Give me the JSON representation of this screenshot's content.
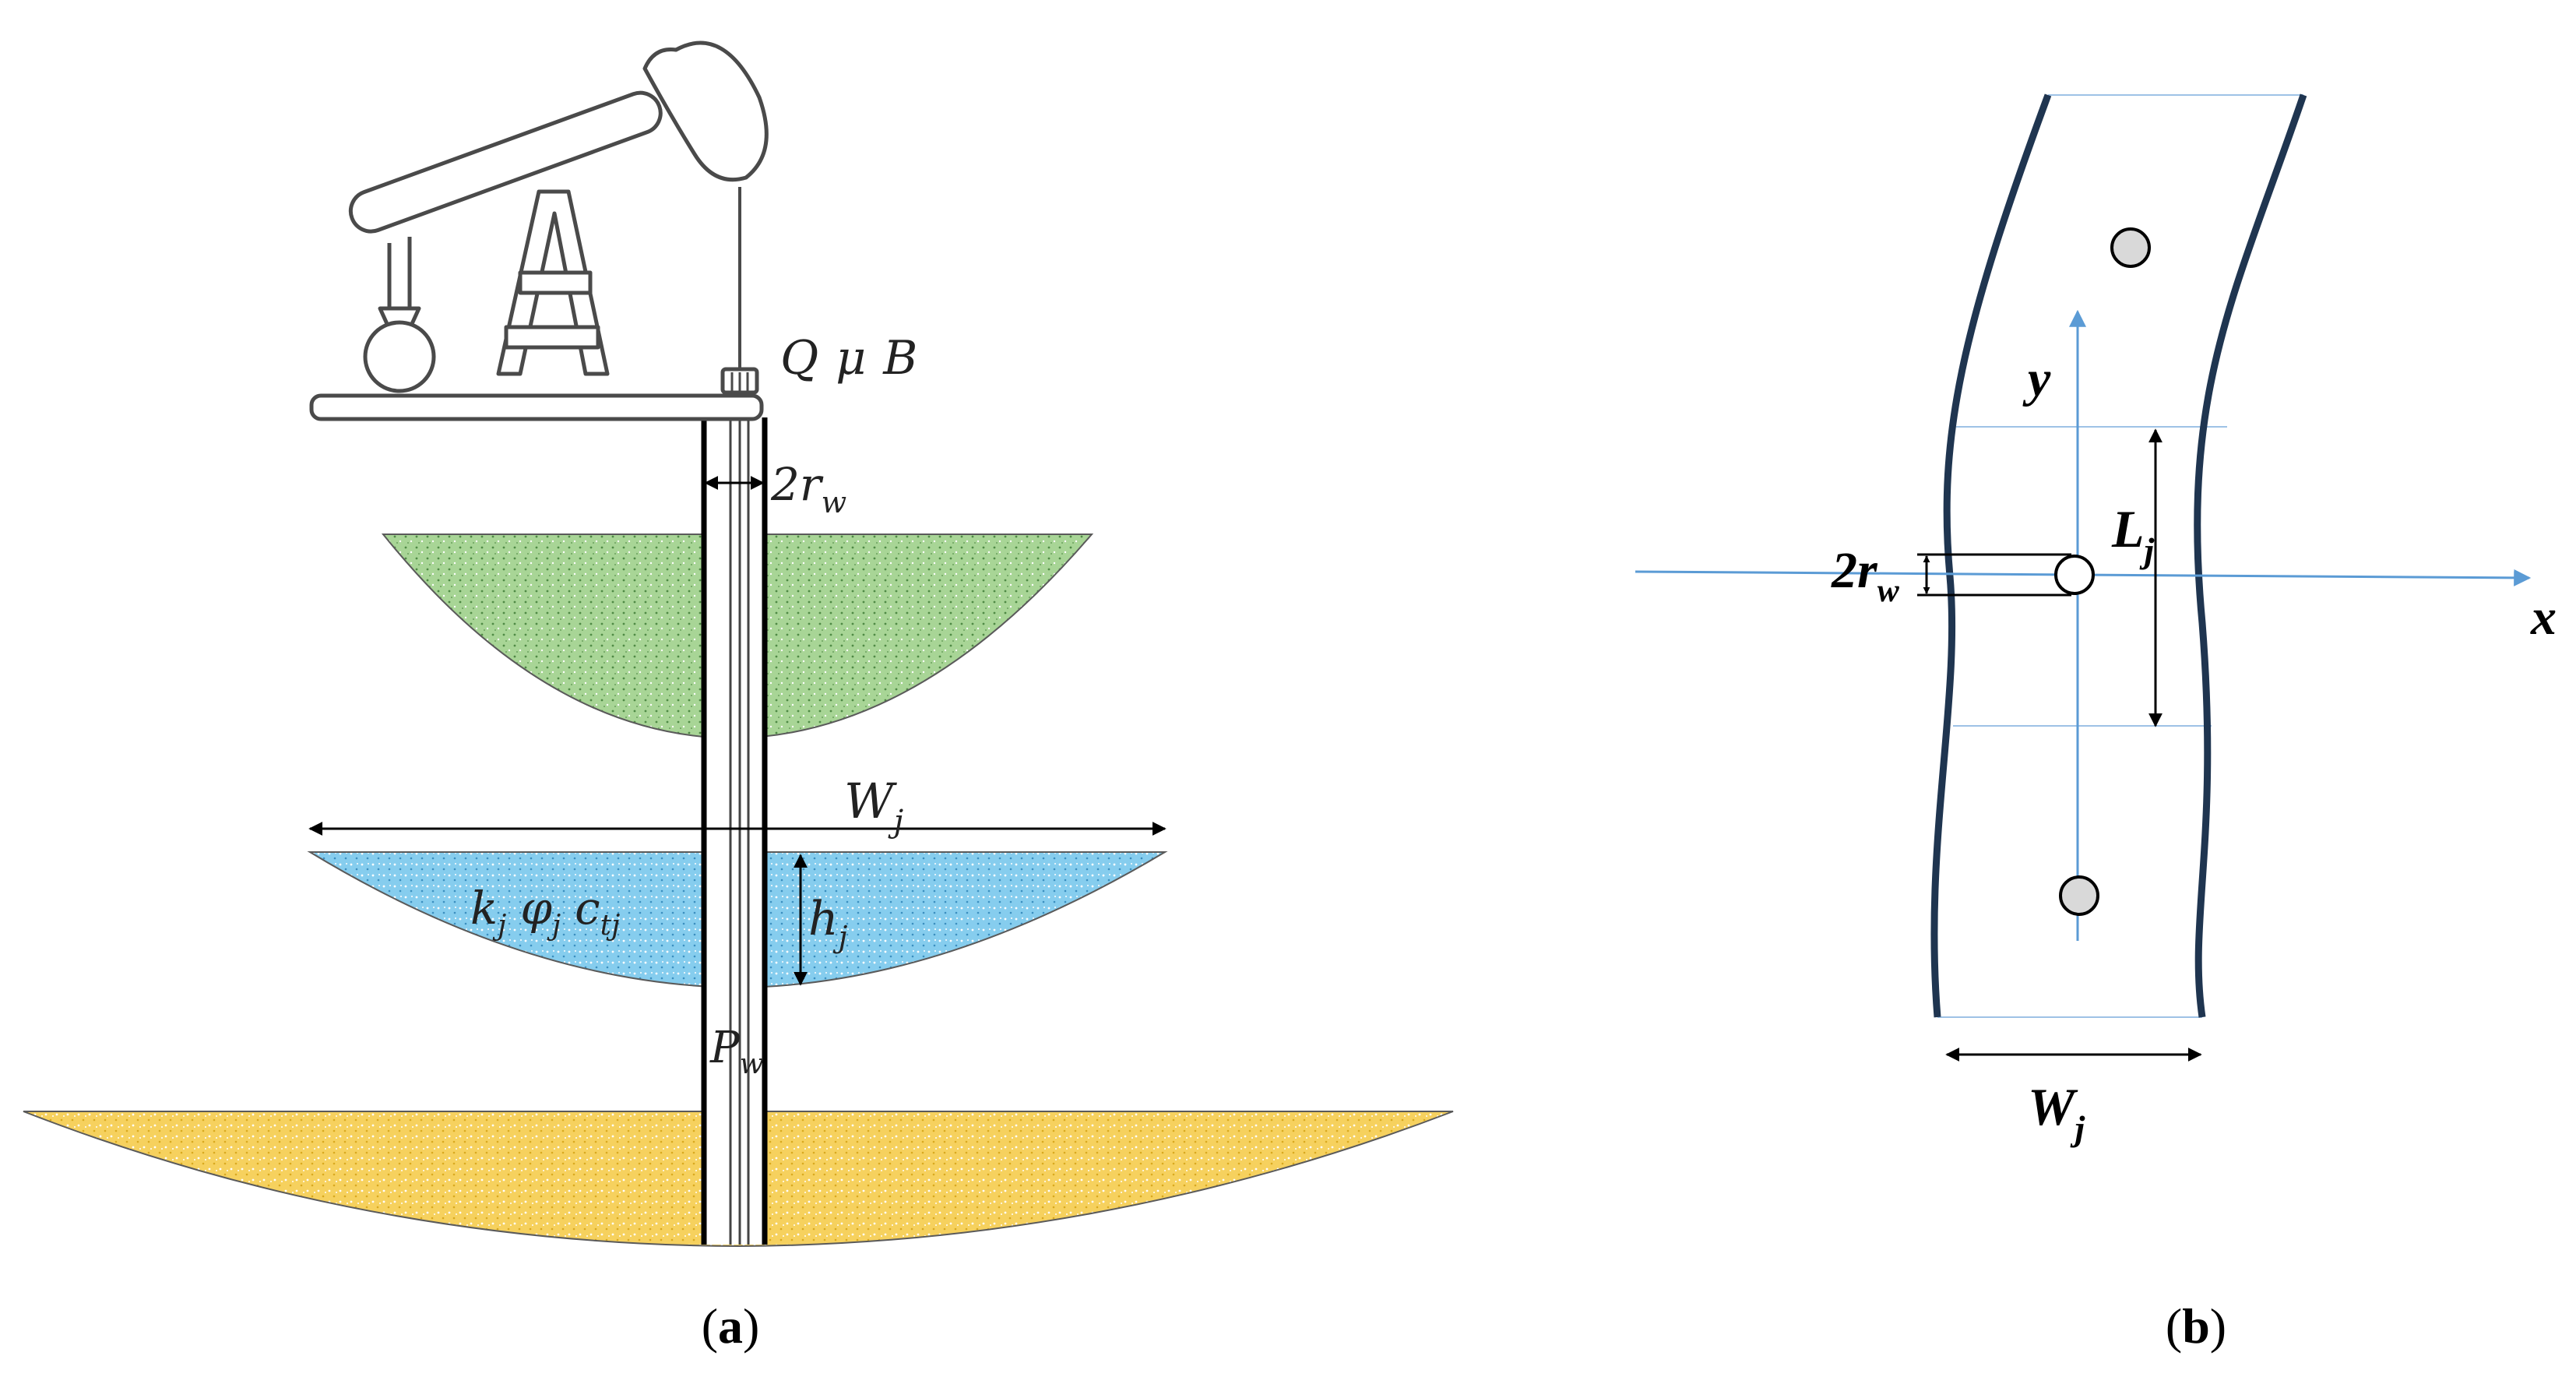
{
  "panel_a": {
    "caption_open": "(",
    "caption_letter": "a",
    "caption_close": ")",
    "fluid_props": {
      "q": "Q",
      "mu": "μ",
      "b": "B"
    },
    "well_diameter": {
      "main": "2r",
      "sub": "w"
    },
    "layer_width": {
      "main": "W",
      "sub": "j"
    },
    "layer_props": {
      "k": "k",
      "k_sub": "j",
      "phi": "φ",
      "phi_sub": "j",
      "c": "c",
      "c_sub": "tj"
    },
    "layer_thickness": {
      "main": "h",
      "sub": "j"
    },
    "well_pressure": {
      "main": "P",
      "sub": "w"
    },
    "colors": {
      "top_layer": "#9fcf8f",
      "middle_layer": "#8fd3ee",
      "bottom_layer": "#f7d46a"
    }
  },
  "panel_b": {
    "caption_open": "(",
    "caption_letter": "b",
    "caption_close": ")",
    "axis_x": "x",
    "axis_y": "y",
    "well_diameter": {
      "main": "2r",
      "sub": "w"
    },
    "well_spacing": {
      "main": "L",
      "sub": "j"
    },
    "strip_width": {
      "main": "W",
      "sub": "j"
    },
    "colors": {
      "axis": "#5b9bd5",
      "strip_edge": "#1f3550",
      "well_fill": "#d9d9d9"
    }
  }
}
